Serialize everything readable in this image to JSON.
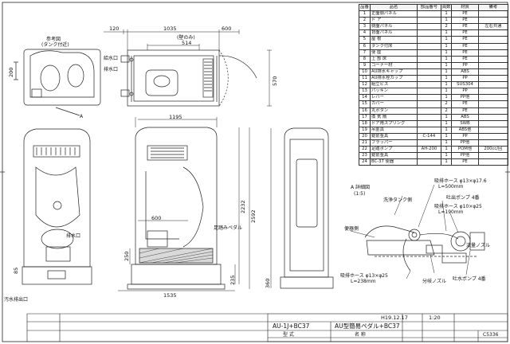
{
  "dimensions": {
    "top_120": "120",
    "top_1035": "1035",
    "top_600": "600",
    "top_514": "514",
    "top_514_note": "(壁のみ)",
    "left_200": "200",
    "right_570": "570",
    "width_1195": "1195",
    "inner_600": "600",
    "base_1535": "1535",
    "height_2232": "2232",
    "height_2592": "2592",
    "height_250": "250",
    "height_235": "235",
    "height_360": "360",
    "side_85": "85"
  },
  "labels": {
    "ref_diagram": "参考図",
    "tank_note": "(タンク付近)",
    "water_tank": "給水口",
    "drain": "排水口",
    "mark_a": "A",
    "drain_port": "排水口",
    "waste_port": "汚水排出口",
    "pedal_note": "足踏みペダル",
    "detail_title": "A 詳細図",
    "detail_scale": "(1:5)",
    "hose_1": "吸排ホース φ13×φ17.6",
    "hose_1_len": "L=500mm",
    "pump_1": "吐出ポンプ 4番",
    "hose_2": "吸排ホース φ10×φ25",
    "hose_2_len": "L=190mm",
    "hose_3": "吸排ホース φ13×φ25",
    "hose_3_len": "L=238mm",
    "tank_side": "洗浄タンク側",
    "bowl_side": "便器側",
    "valve": "分岐ノズル",
    "pump_2": "吐水ポンプ 4番",
    "nozzle": "流量ノズル"
  },
  "parts_table": {
    "headers": [
      "品番",
      "品名",
      "部品番号",
      "員数",
      "材質",
      "備考"
    ],
    "rows": [
      [
        "1",
        "正面側パネル",
        "",
        "1",
        "PE",
        ""
      ],
      [
        "2",
        "ド ア",
        "",
        "1",
        "PE",
        ""
      ],
      [
        "3",
        "側面パネル",
        "",
        "2",
        "PE",
        "左右共通"
      ],
      [
        "4",
        "背面パネル",
        "",
        "1",
        "PE",
        ""
      ],
      [
        "5",
        "屋 根",
        "",
        "1",
        "PE",
        ""
      ],
      [
        "6",
        "タンク付床",
        "",
        "1",
        "PE",
        ""
      ],
      [
        "7",
        "便 座",
        "",
        "1",
        "PE",
        ""
      ],
      [
        "8",
        "上 部 床",
        "",
        "1",
        "PE",
        ""
      ],
      [
        "9",
        "コーナー材",
        "",
        "1",
        "PP",
        ""
      ],
      [
        "10",
        "AU排水キャップ",
        "",
        "1",
        "ABS",
        ""
      ],
      [
        "11",
        "AU排水栓カップ",
        "",
        "1",
        "PP",
        ""
      ],
      [
        "12",
        "組立ビス",
        "",
        "1",
        "SUS304",
        ""
      ],
      [
        "13",
        "パッキン",
        "",
        "1",
        "PP",
        ""
      ],
      [
        "14",
        "レバー",
        "",
        "1",
        "PP他",
        ""
      ],
      [
        "15",
        "カバー",
        "",
        "2",
        "PE",
        ""
      ],
      [
        "16",
        "丸ボタン",
        "",
        "2",
        "PE",
        ""
      ],
      [
        "17",
        "換 気 扇",
        "",
        "1",
        "ABS",
        ""
      ],
      [
        "18",
        "ドア用スプリング",
        "",
        "1",
        "SWB",
        ""
      ],
      [
        "19",
        "吊金具",
        "",
        "1",
        "ABS他",
        ""
      ],
      [
        "20",
        "錠前金具",
        "C-144",
        "1",
        "PP",
        ""
      ],
      [
        "21",
        "フラッパー",
        "",
        "1",
        "PP他",
        ""
      ],
      [
        "22",
        "足踏ポンプ",
        "AH-200",
        "1",
        "POM他",
        "200cc/回"
      ],
      [
        "23",
        "錠前金具",
        "",
        "1",
        "PP他",
        ""
      ],
      [
        "24",
        "BC-37 便器",
        "",
        "1",
        "PE",
        ""
      ]
    ]
  },
  "title_block": {
    "date": "H19.12.17",
    "scale": "1:20",
    "model": "AU-1J+BC37",
    "name": "AU型簡易ペダル+BC37",
    "label_name": "名 称",
    "label_model": "型 式",
    "drawing_no": "C5336"
  }
}
